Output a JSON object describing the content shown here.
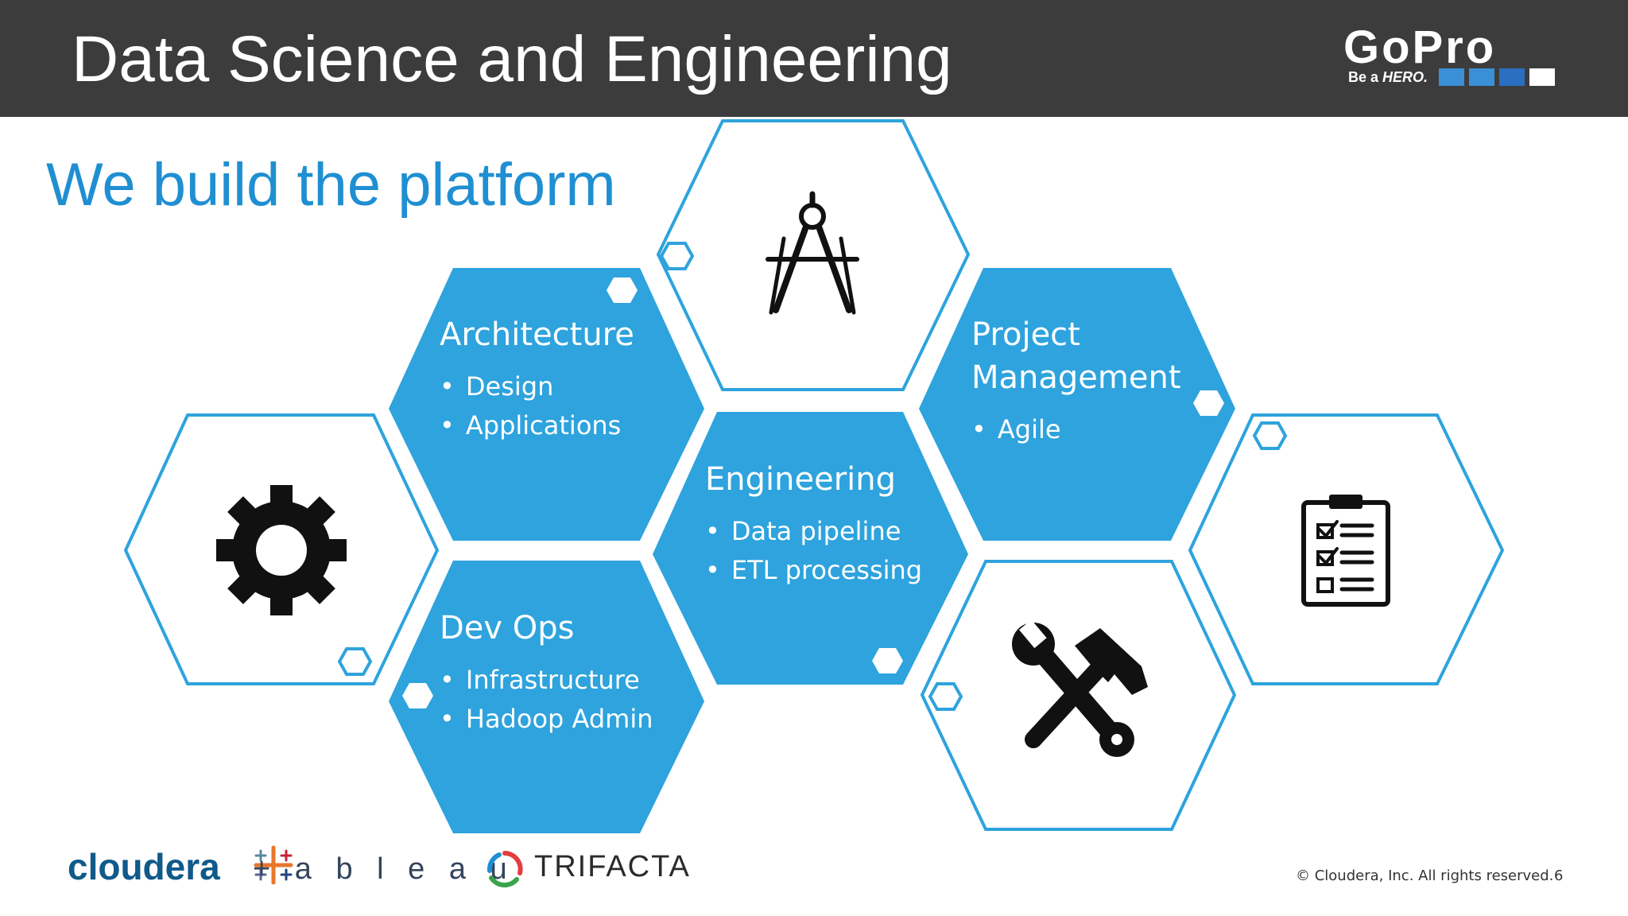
{
  "slide": {
    "title": "Data Science and Engineering",
    "subtitle": "We build the platform",
    "page_number": "6",
    "copyright": "© Cloudera, Inc. All rights reserved."
  },
  "brand": {
    "name": "GoPro",
    "tagline_prefix": "Be a",
    "tagline_emphasis": "HERO.",
    "squares": [
      "#3a8fd6",
      "#3a8fd6",
      "#2a6fc0",
      "#ffffff"
    ]
  },
  "colors": {
    "header_bg": "#3c3c3c",
    "accent_blue": "#2ea3dd",
    "subtitle_blue": "#1f8fd2"
  },
  "hexagons": [
    {
      "title": "Architecture",
      "bullets": [
        "Design",
        "Applications"
      ]
    },
    {
      "title": "Engineering",
      "bullets": [
        "Data pipeline",
        "ETL processing"
      ]
    },
    {
      "title": "Project Management",
      "bullets": [
        "Agile"
      ]
    },
    {
      "title": "Dev Ops",
      "bullets": [
        "Infrastructure",
        "Hadoop Admin"
      ]
    }
  ],
  "icons": [
    "drafting-compass-icon",
    "gear-icon",
    "checklist-clipboard-icon",
    "wrench-hammer-icon"
  ],
  "partner_logos": [
    "cloudera",
    "+ a b l e a u",
    "TRIFACTA"
  ]
}
